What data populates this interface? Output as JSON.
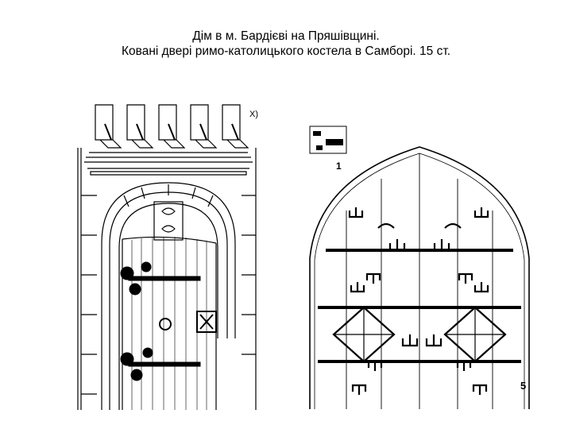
{
  "caption": {
    "line1": "Дім в м. Бардієві на Пряшівщині.",
    "line2": "Ковані двері римо-католицького костела в Самборі. 15 ст."
  },
  "labels": {
    "left_mark": "X)",
    "right_top": "1",
    "right_bottom": "5"
  }
}
